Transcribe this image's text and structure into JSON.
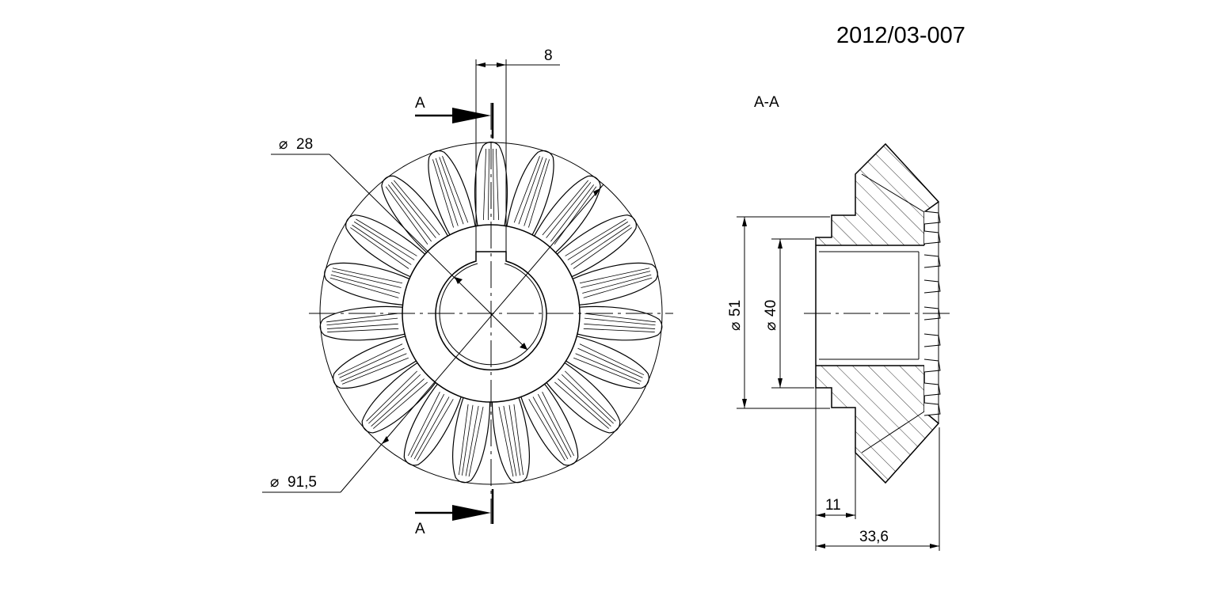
{
  "drawing": {
    "number": "2012/03-007",
    "section_title": "A-A",
    "section_mark_top": "A",
    "section_mark_bottom": "A",
    "dims": {
      "key_width": "8",
      "bore_diameter": "28",
      "outer_diameter": "91,5",
      "hub_diameter": "51",
      "bore_length_diameter": "40",
      "hub_length": "11",
      "total_length": "33,6"
    },
    "diameter_symbol": "⌀",
    "tooth_count": 19,
    "colors": {
      "line": "#000000",
      "background": "#ffffff"
    }
  }
}
